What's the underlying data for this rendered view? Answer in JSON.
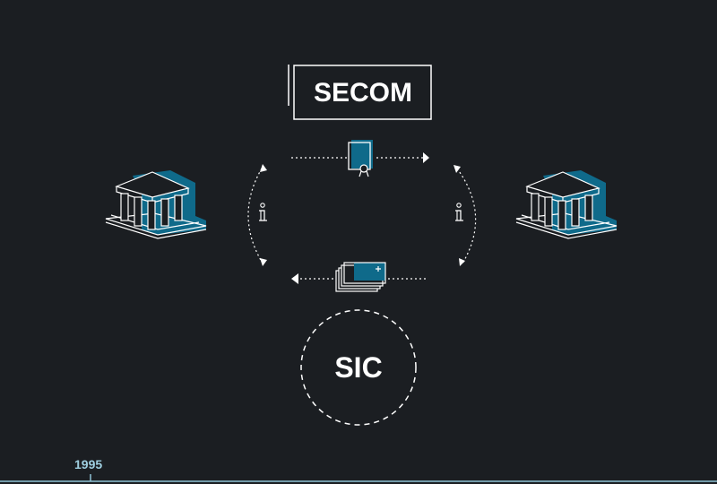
{
  "diagram": {
    "top_label": "SECOM",
    "bottom_label": "SIC",
    "colors": {
      "background": "#1b1e22",
      "line": "#ffffff",
      "accent": "#0f6a8a",
      "timeline": "#8fc3d6"
    },
    "icons": {
      "left_node": "bank-building-icon",
      "right_node": "bank-building-icon",
      "top_message": "certificate-document-icon",
      "bottom_message": "payment-cards-icon",
      "left_info": "info-icon",
      "right_info": "info-icon"
    }
  },
  "timeline": {
    "year": "1995"
  }
}
